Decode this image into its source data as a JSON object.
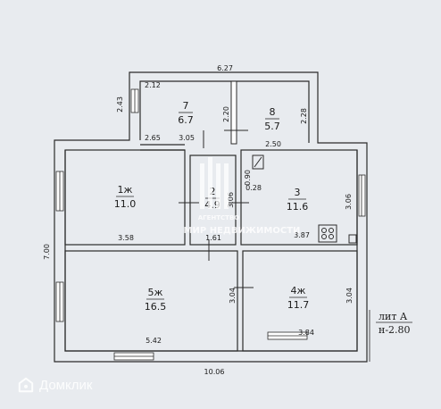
{
  "dimensions": {
    "top_width": "6.27",
    "vestibule_width": "2.12",
    "vestibule_height": "2.43",
    "vestibule_bottom": "2.65",
    "room7_inner_width": "3.05",
    "room7_height": "2.20",
    "room8_height": "2.28",
    "room8_width": "2.50",
    "room2_heater": "0.90",
    "room2_to_room3": "0.28",
    "room1_width": "3.58",
    "corridor_width": "1.61",
    "room2_height": "3.06",
    "room3_width": "3.87",
    "room3_height": "3.06",
    "total_depth": "7.00",
    "room5_height": "3.04",
    "room4_height": "3.04",
    "room5_width": "5.42",
    "room4_width": "3.84",
    "total_width": "10.06"
  },
  "rooms": [
    {
      "id": "1",
      "number": "1ж",
      "area": "11.0"
    },
    {
      "id": "2",
      "number": "2",
      "area": "4.9"
    },
    {
      "id": "3",
      "number": "3",
      "area": "11.6"
    },
    {
      "id": "4",
      "number": "4ж",
      "area": "11.7"
    },
    {
      "id": "5",
      "number": "5ж",
      "area": "16.5"
    },
    {
      "id": "7",
      "number": "7",
      "area": "6.7"
    },
    {
      "id": "8",
      "number": "8",
      "area": "5.7"
    }
  ],
  "literal": {
    "name": "лит А",
    "height": "н-2.80"
  },
  "watermark": {
    "line1": "АГЕНТСТВО",
    "line2": "МИР НЕДВИЖИМОСТИ"
  },
  "brand": {
    "name": "Домклик"
  },
  "colors": {
    "background": "#e8ebef",
    "wall": "#2b2b2b"
  }
}
